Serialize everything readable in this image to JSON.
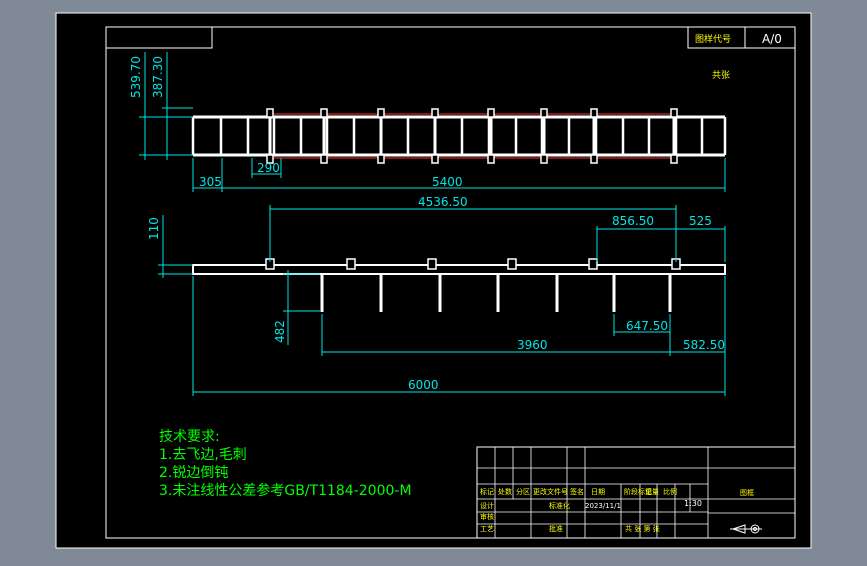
{
  "colors": {
    "background": "#7f8a96",
    "sheet": "#000000",
    "frame": "#ffffff",
    "dimension": "#00e5e5",
    "part": "#ffffff",
    "hidden_edge": "#ff3030",
    "note_text": "#00ff00",
    "title_text": "#ffff00"
  },
  "title_block_top": {
    "left": "图样代号",
    "right": "A/0"
  },
  "top_note": "共张",
  "top_view_dims": {
    "height_outer": "539.70",
    "height_inner": "387.30",
    "end_offset": "305",
    "spacing": "290",
    "length": "5400"
  },
  "front_view_dims": {
    "height": "110",
    "span_top": "4536.50",
    "spacing_top": "856.50",
    "end_right": "525",
    "leg_depth": "482",
    "span_bottom": "3960",
    "spacing_bottom": "647.50",
    "end_bottom": "582.50",
    "total_length": "6000"
  },
  "tech_notes": {
    "heading": "技术要求:",
    "items": [
      "1.去飞边,毛刺",
      "2.锐边倒钝",
      "3.未注线性公差参考GB/T1184-2000-M"
    ]
  },
  "title_block": {
    "row1": [
      "标记",
      "处数",
      "分区",
      "更改文件号",
      "签名",
      "日期",
      "阶段标记",
      "重量",
      "比例"
    ],
    "row2_label": "设计",
    "row2_std": "标准化",
    "row2_date": "2023/11/1",
    "row2_scale": "1:30",
    "row3_label": "审核",
    "row4_label": "工艺",
    "row4_approve": "批准",
    "row4_sheets": "共  张  第  张",
    "drawing_name": "图框"
  }
}
